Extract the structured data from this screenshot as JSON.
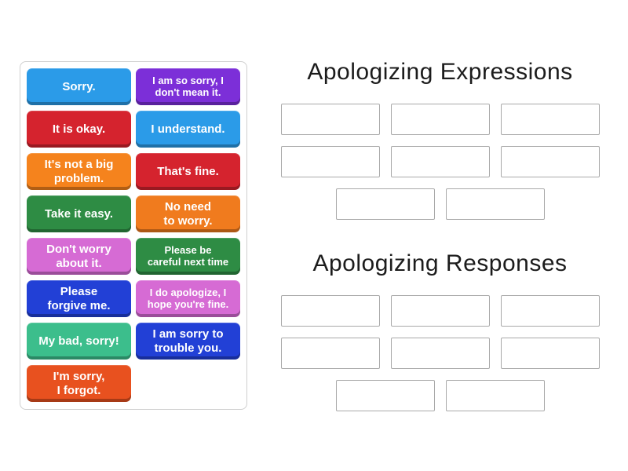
{
  "word_bank": {
    "tiles": [
      {
        "label": "Sorry.",
        "color": "#2B9BE8"
      },
      {
        "label": "I am so sorry, I\ndon't mean it.",
        "color": "#7C2FD8"
      },
      {
        "label": "It is okay.",
        "color": "#D5232E"
      },
      {
        "label": "I understand.",
        "color": "#2B9BE8"
      },
      {
        "label": "It's not a big\nproblem.",
        "color": "#F5831D"
      },
      {
        "label": "That's fine.",
        "color": "#D5232E"
      },
      {
        "label": "Take it easy.",
        "color": "#2E8C44"
      },
      {
        "label": "No need\nto worry.",
        "color": "#F07B1E"
      },
      {
        "label": "Don't worry\nabout it.",
        "color": "#D66BD4"
      },
      {
        "label": "Please be\ncareful next time",
        "color": "#2E8C44"
      },
      {
        "label": "Please\nforgive me.",
        "color": "#2240D6"
      },
      {
        "label": "I do apologize, I\nhope you're fine.",
        "color": "#D66BD4"
      },
      {
        "label": "My bad, sorry!",
        "color": "#3CBE8C"
      },
      {
        "label": "I am sorry to\ntrouble you.",
        "color": "#2240D6"
      },
      {
        "label": "I'm sorry,\nI forgot.",
        "color": "#E8511F"
      }
    ]
  },
  "groups": [
    {
      "title": "Apologizing Expressions",
      "slot_count": 8
    },
    {
      "title": "Apologizing Responses",
      "slot_count": 8
    }
  ],
  "colors": {
    "page_background": "#ffffff",
    "panel_border": "#cfcfcf",
    "slot_border": "#a9a9a9",
    "title_text": "#1c1c1c",
    "tile_text": "#ffffff"
  }
}
